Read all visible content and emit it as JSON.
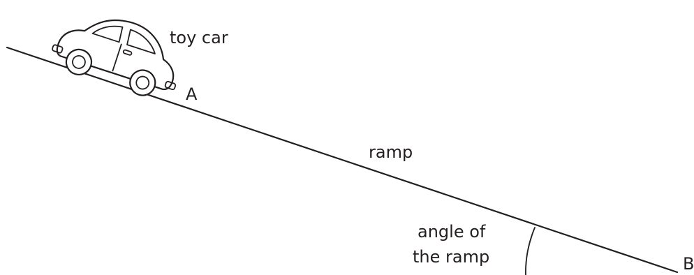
{
  "labels": {
    "toy_car": "toy car",
    "point_a": "A",
    "ramp": "ramp",
    "angle_line1": "angle of",
    "angle_line2": "the ramp",
    "point_b": "B"
  },
  "colors": {
    "ink": "#231f20",
    "background": "#ffffff"
  }
}
